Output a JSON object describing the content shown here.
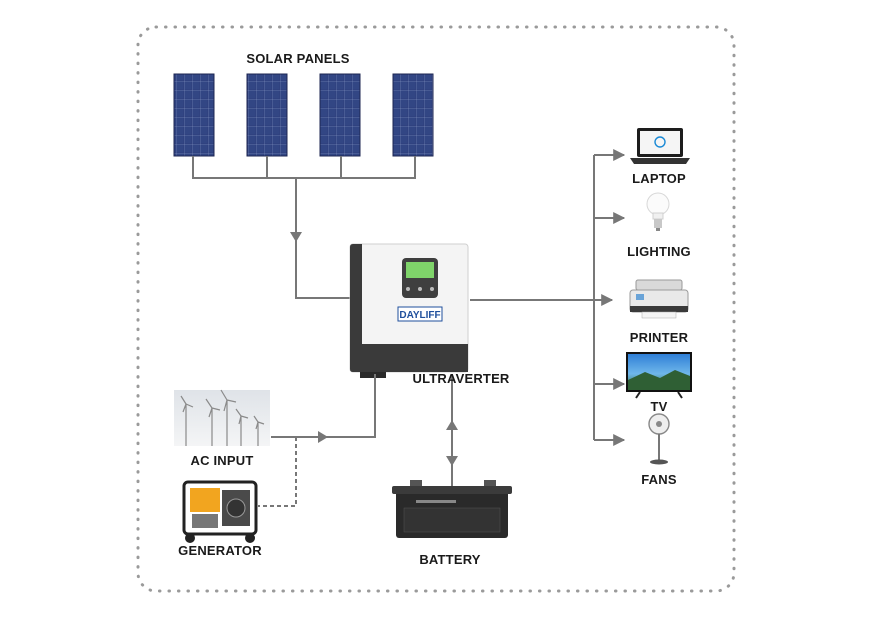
{
  "labels": {
    "solar_panels": "SOLAR PANELS",
    "inverter": "ULTRAVERTER",
    "brand": "DAYLIFF",
    "ac_input": "AC INPUT",
    "generator": "GENERATOR",
    "battery": "BATTERY",
    "laptop": "LAPTOP",
    "lighting": "LIGHTING",
    "printer": "PRINTER",
    "tv": "TV",
    "fans": "FANS"
  },
  "colors": {
    "line": "#777777",
    "frame_dots": "#9a9a9a",
    "panel": "#2b3a73",
    "brand": "#1f4f9c"
  },
  "icons": [
    "solar-panel-icon",
    "inverter-icon",
    "wind-turbines-icon",
    "generator-icon",
    "battery-icon",
    "laptop-icon",
    "bulb-icon",
    "printer-icon",
    "tv-icon",
    "fan-icon"
  ]
}
